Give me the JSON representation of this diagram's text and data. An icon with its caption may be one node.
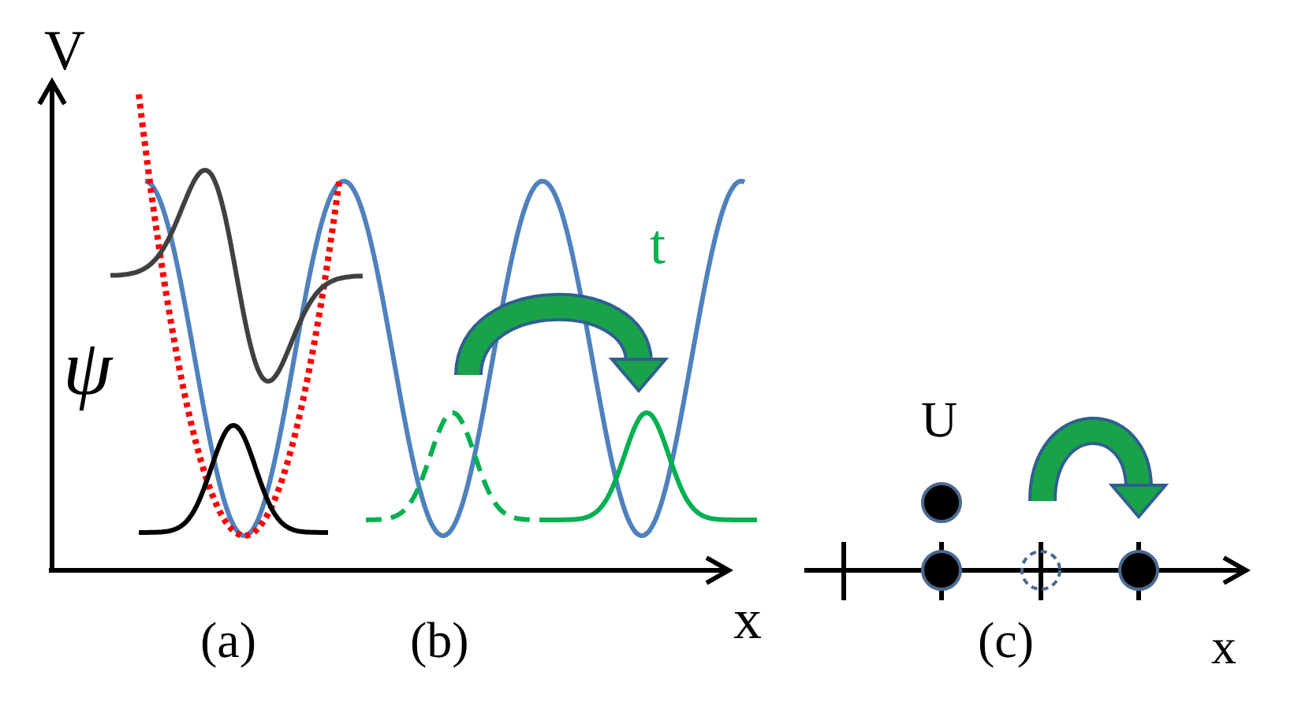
{
  "diagram": {
    "labels": [
      "V",
      "ψ",
      "t",
      "x",
      "(a)",
      "(b)",
      "U",
      "(c)",
      "x"
    ]
  }
}
